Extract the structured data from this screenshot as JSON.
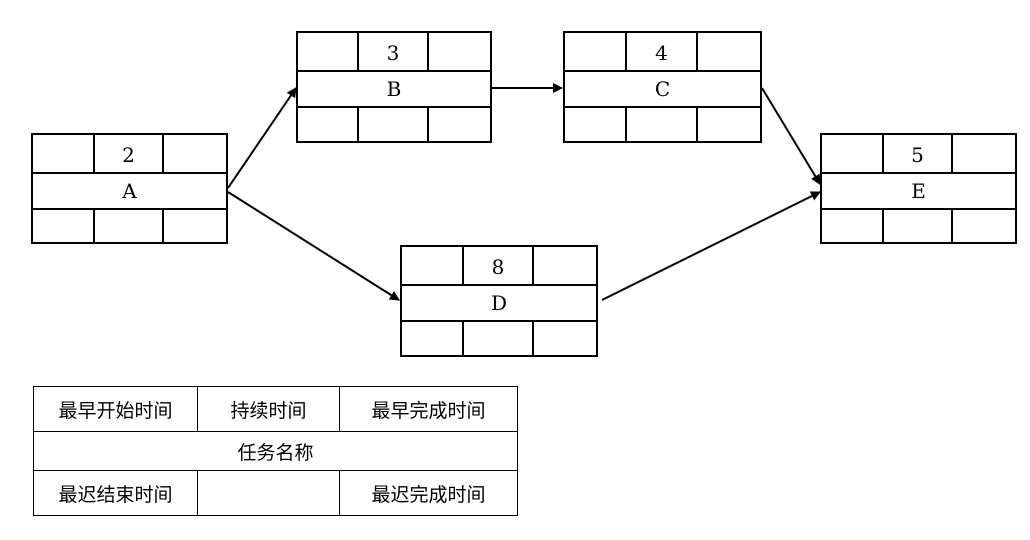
{
  "nodes": [
    {
      "id": "A",
      "label": "A",
      "duration": "2"
    },
    {
      "id": "B",
      "label": "B",
      "duration": "3"
    },
    {
      "id": "C",
      "label": "C",
      "duration": "4"
    },
    {
      "id": "D",
      "label": "D",
      "duration": "8"
    },
    {
      "id": "E",
      "label": "E",
      "duration": "5"
    }
  ],
  "edges": [
    {
      "from": "A",
      "to": "B"
    },
    {
      "from": "A",
      "to": "D"
    },
    {
      "from": "B",
      "to": "C"
    },
    {
      "from": "C",
      "to": "E"
    },
    {
      "from": "D",
      "to": "E"
    }
  ],
  "legend": {
    "earliest_start": "最早开始时间",
    "duration": "持续时间",
    "earliest_finish": "最早完成时间",
    "task_name": "任务名称",
    "latest_end": "最迟结束时间",
    "blank": "",
    "latest_finish": "最迟完成时间"
  }
}
